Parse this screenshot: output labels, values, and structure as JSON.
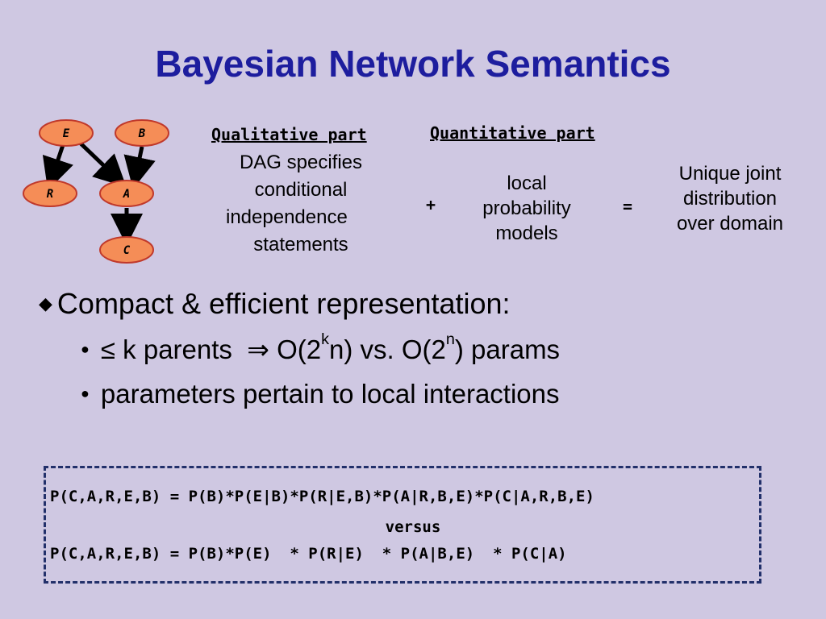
{
  "slide": {
    "title": "Bayesian Network Semantics",
    "dag": {
      "nodes": [
        "E",
        "B",
        "R",
        "A",
        "C"
      ],
      "node_fill": "#f58d57",
      "node_stroke": "#c0392b"
    },
    "qualitative": {
      "heading": "Qualitative part",
      "lines": [
        "DAG specifies",
        "conditional",
        "independence",
        "statements"
      ]
    },
    "plus": "+",
    "quantitative": {
      "heading": "Quantitative part",
      "lines": [
        "local",
        "probability",
        "models"
      ]
    },
    "equals": "=",
    "result": {
      "lines": [
        "Unique joint",
        "distribution",
        "over domain"
      ]
    },
    "bullets": {
      "main": "Compact & efficient representation:",
      "sub1": {
        "leq": "≤",
        "k_parents": " k parents  ",
        "implies": "⇒",
        "o1_pre": " O(2",
        "o1_sup": "k",
        "o1_post": "n) vs. O(2",
        "o2_sup": "n",
        "o2_post": ") params"
      },
      "sub2": "parameters pertain to local interactions"
    },
    "formulas": {
      "full": "P(C,A,R,E,B) = P(B)*P(E|B)*P(R|E,B)*P(A|R,B,E)*P(C|A,R,B,E)",
      "versus": "versus",
      "factored": "P(C,A,R,E,B) = P(B)*P(E)  * P(R|E)  * P(A|B,E)  * P(C|A)"
    },
    "colors": {
      "background": "#cfc8e2",
      "title": "#1d1d9e",
      "box_border": "#22306a"
    }
  }
}
